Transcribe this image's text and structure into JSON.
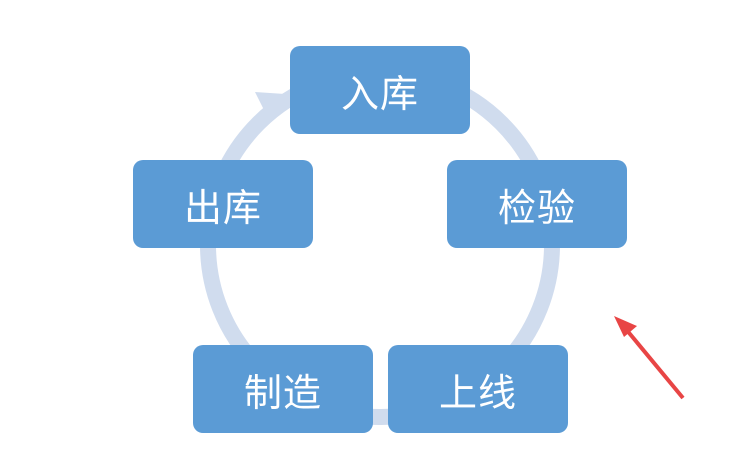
{
  "diagram": {
    "steps": [
      {
        "id": "inbound",
        "label": "入库"
      },
      {
        "id": "inspection",
        "label": "检验"
      },
      {
        "id": "online",
        "label": "上线"
      },
      {
        "id": "manufacture",
        "label": "制造"
      },
      {
        "id": "outbound",
        "label": "出库"
      }
    ],
    "colors": {
      "box": "#5B9BD5",
      "ring": "#D0DCEE",
      "pointer": "#E84545"
    }
  }
}
